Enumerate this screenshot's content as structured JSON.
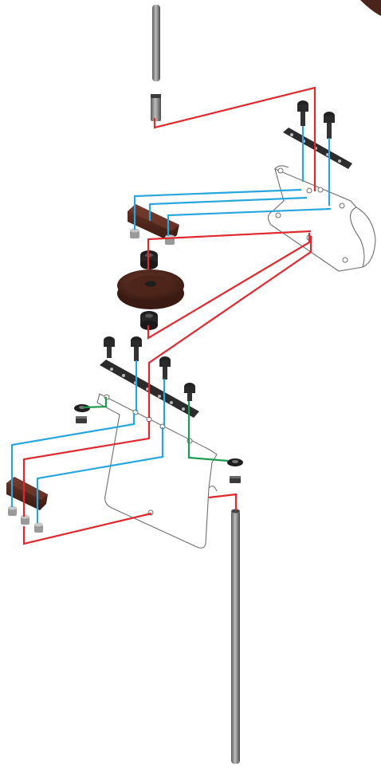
{
  "diagram": {
    "kind": "exploded assembly illustration",
    "colors": {
      "wire_red": "#e0292f",
      "wire_blue": "#27a6de",
      "wire_green": "#1d9a4e",
      "part_brown": "#4a241b",
      "part_dark": "#2a2a2a",
      "metal": "#8c8c8c",
      "plate_outline": "#6f6f6f"
    },
    "parts": [
      "top-rod",
      "upper-bolt",
      "upper-bolt",
      "upper-strip",
      "upper-bracket",
      "upper-block",
      "upper-nut",
      "upper-nut",
      "spacer",
      "pulley-wheel",
      "spacer",
      "lower-bolt",
      "lower-bolt",
      "lower-bolt",
      "lower-bolt",
      "lower-strip",
      "lower-plate",
      "washer-nut",
      "washer-nut",
      "lower-block",
      "lower-nut",
      "lower-nut",
      "lower-nut",
      "bottom-rod",
      "corner-part"
    ]
  }
}
